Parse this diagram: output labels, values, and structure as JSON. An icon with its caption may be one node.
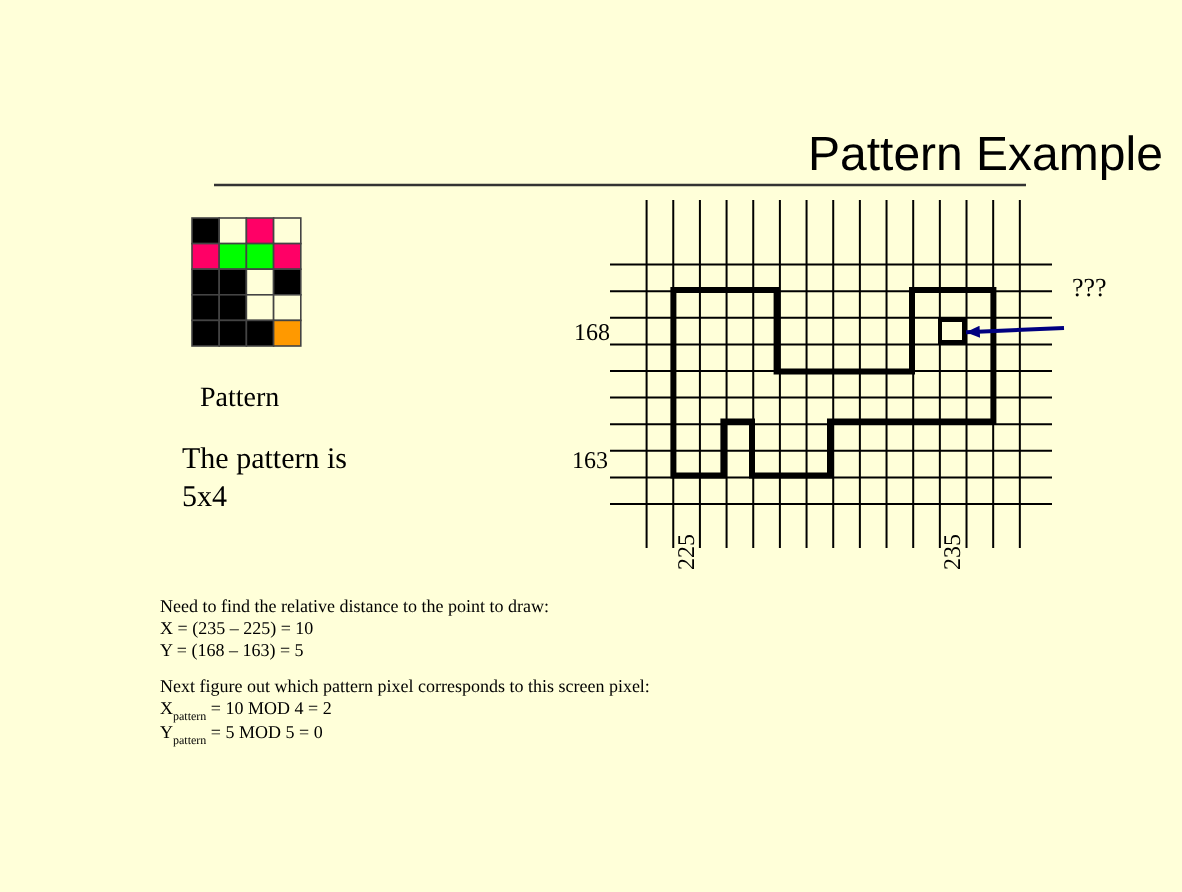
{
  "diagram": {
    "title": "Pattern Example",
    "nodes": [
      {
        "text": [],
        "shape": "box"
      },
      {
        "text": [
          "???"
        ]
      }
    ],
    "edges": [
      {
        "from": 1,
        "to": 0,
        "arrow": "to",
        "color": "#000080"
      }
    ],
    "labels": [
      "Pattern",
      "The pattern is 5x4",
      "168",
      "163",
      "225",
      "235",
      "Need to find the relative distance to the point to draw:",
      "X = (235 – 225) = 10",
      "Y = (168 – 163) = 5",
      "Next figure out which pattern pixel corresponds to this screen pixel:",
      "X$_{pattern}$ = 10 MOD 4 = 2",
      "Y$_{pattern}$ = 5 MOD 5 = 0"
    ]
  }
}
